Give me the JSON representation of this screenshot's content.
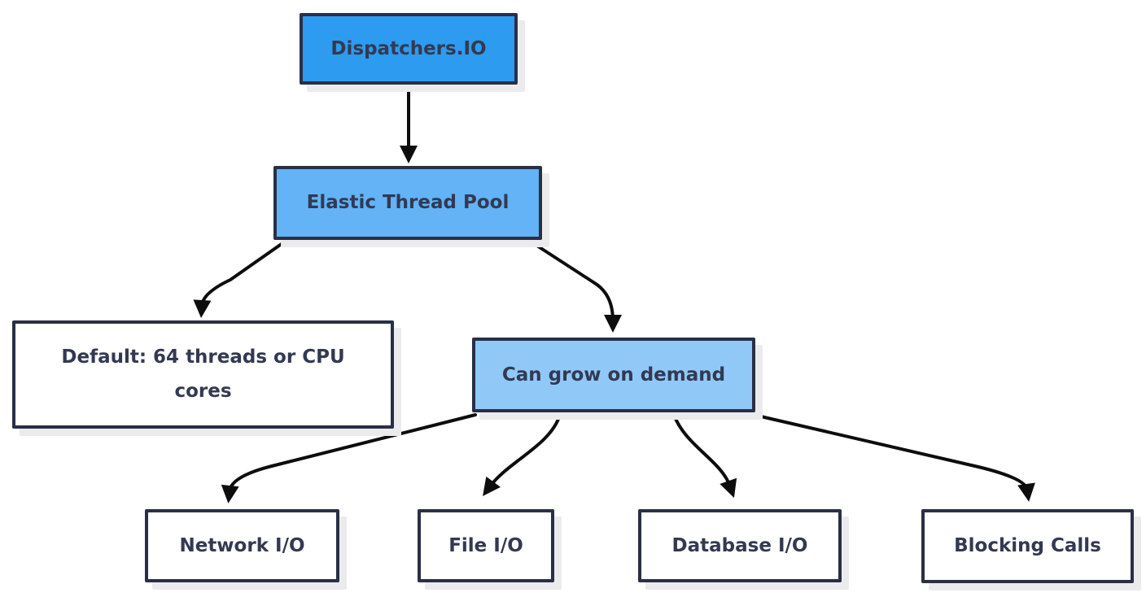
{
  "diagram": {
    "title": "Dispatchers.IO elastic thread pool diagram",
    "colors": {
      "node_border": "#2a2f45",
      "text": "#333952",
      "arrow": "#0d0d0d",
      "fill_primary": "#2d9bf0",
      "fill_secondary": "#63b3f6",
      "fill_tertiary": "#90c9f8",
      "fill_plain": "#ffffff",
      "shadow": "#ebebee",
      "background": "#ffffff"
    },
    "nodes": [
      {
        "id": "dispatchers-io",
        "label": "Dispatchers.IO",
        "fill": "primary"
      },
      {
        "id": "elastic-thread-pool",
        "label": "Elastic Thread Pool",
        "fill": "secondary"
      },
      {
        "id": "default-threads",
        "label": "Default: 64 threads or CPU cores",
        "fill": "plain",
        "lines": [
          "Default: 64 threads or CPU",
          "cores"
        ]
      },
      {
        "id": "can-grow-on-demand",
        "label": "Can grow on demand",
        "fill": "tertiary"
      },
      {
        "id": "network-io",
        "label": "Network I/O",
        "fill": "plain"
      },
      {
        "id": "file-io",
        "label": "File I/O",
        "fill": "plain"
      },
      {
        "id": "database-io",
        "label": "Database I/O",
        "fill": "plain"
      },
      {
        "id": "blocking-calls",
        "label": "Blocking Calls",
        "fill": "plain"
      }
    ],
    "edges": [
      {
        "from": "dispatchers-io",
        "to": "elastic-thread-pool"
      },
      {
        "from": "elastic-thread-pool",
        "to": "default-threads"
      },
      {
        "from": "elastic-thread-pool",
        "to": "can-grow-on-demand"
      },
      {
        "from": "can-grow-on-demand",
        "to": "network-io"
      },
      {
        "from": "can-grow-on-demand",
        "to": "file-io"
      },
      {
        "from": "can-grow-on-demand",
        "to": "database-io"
      },
      {
        "from": "can-grow-on-demand",
        "to": "blocking-calls"
      }
    ]
  }
}
